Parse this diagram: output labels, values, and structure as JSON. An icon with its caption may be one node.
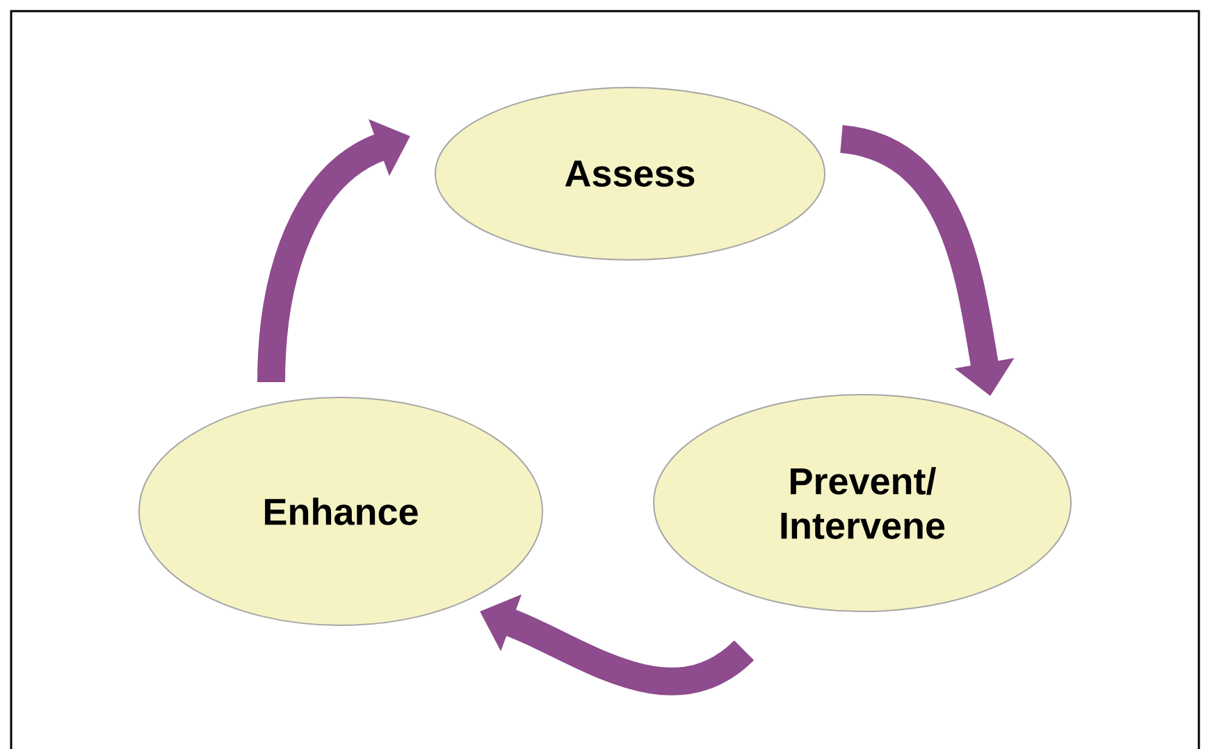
{
  "diagram": {
    "nodes": [
      {
        "text": [
          "Assess"
        ]
      },
      {
        "text": [
          "Prevent/ Intervene"
        ]
      },
      {
        "text": [
          "Enhance"
        ]
      }
    ],
    "edges": [
      {
        "from": 0,
        "to": 1,
        "arrow": "to"
      },
      {
        "from": 1,
        "to": 2,
        "arrow": "to"
      },
      {
        "from": 2,
        "to": 0,
        "arrow": "to"
      }
    ]
  }
}
